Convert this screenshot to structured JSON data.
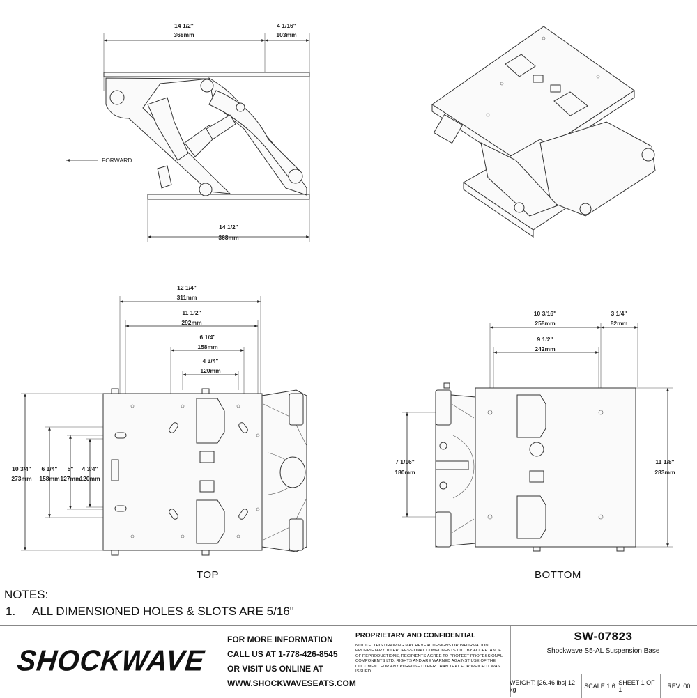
{
  "side_view": {
    "dim_top_left_in": "14 1/2\"",
    "dim_top_left_mm": "368mm",
    "dim_top_right_in": "4 1/16\"",
    "dim_top_right_mm": "103mm",
    "dim_bottom_in": "14 1/2\"",
    "dim_bottom_mm": "368mm",
    "forward_label": "FORWARD"
  },
  "top_view": {
    "label": "TOP",
    "dim_311_in": "12 1/4\"",
    "dim_311_mm": "311mm",
    "dim_292_in": "11 1/2\"",
    "dim_292_mm": "292mm",
    "dim_158_in": "6 1/4\"",
    "dim_158_mm": "158mm",
    "dim_120_in": "4 3/4\"",
    "dim_120_mm": "120mm",
    "v_273_in": "10 3/4\"",
    "v_273_mm": "273mm",
    "v_158_in": "6 1/4\"",
    "v_158_mm": "158mm",
    "v_127_in": "5\"",
    "v_127_mm": "127mm",
    "v_120_in": "4 3/4\"",
    "v_120_mm": "120mm"
  },
  "bottom_view": {
    "label": "BOTTOM",
    "dim_258_in": "10 3/16\"",
    "dim_258_mm": "258mm",
    "dim_82_in": "3 1/4\"",
    "dim_82_mm": "82mm",
    "dim_242_in": "9 1/2\"",
    "dim_242_mm": "242mm",
    "v_180_in": "7 1/16\"",
    "v_180_mm": "180mm",
    "v_283_in": "11 1/8\"",
    "v_283_mm": "283mm"
  },
  "notes": {
    "heading": "NOTES:",
    "n1_index": "1.",
    "n1_text": "ALL DIMENSIONED HOLES & SLOTS ARE 5/16\""
  },
  "title_block": {
    "logo": "SHOCKWAVE",
    "contact_1": "FOR MORE INFORMATION",
    "contact_2": "CALL US AT 1-778-426-8545",
    "contact_3": "OR VISIT US ONLINE AT",
    "contact_4": "WWW.SHOCKWAVESEATS.COM",
    "prop_heading": "PROPRIETARY AND CONFIDENTIAL",
    "prop_text": "NOTICE: THIS DRAWING MAY REVEAL DESIGNS OR INFORMATION PROPRIETARY TO PROFESSIONAL COMPONENTS LTD. BY ACCEPTANCE OF REPRODUCTIONS, RECIPIENTS AGREE TO PROTECT PROFESSIONAL COMPONENTS LTD. RIGHTS AND ARE WARNED AGAINST USE OF THE DOCUMENT FOR ANY PURPOSE OTHER THAN THAT FOR WHICH IT WAS ISSUED.",
    "drawing_number": "SW-07823",
    "description": "Shockwave S5-AL Suspension Base",
    "weight": "WEIGHT: [26.46 lbs] 12 kg",
    "scale": "SCALE:1:6",
    "sheet": "SHEET 1 OF 1",
    "rev": "REV: 00"
  }
}
